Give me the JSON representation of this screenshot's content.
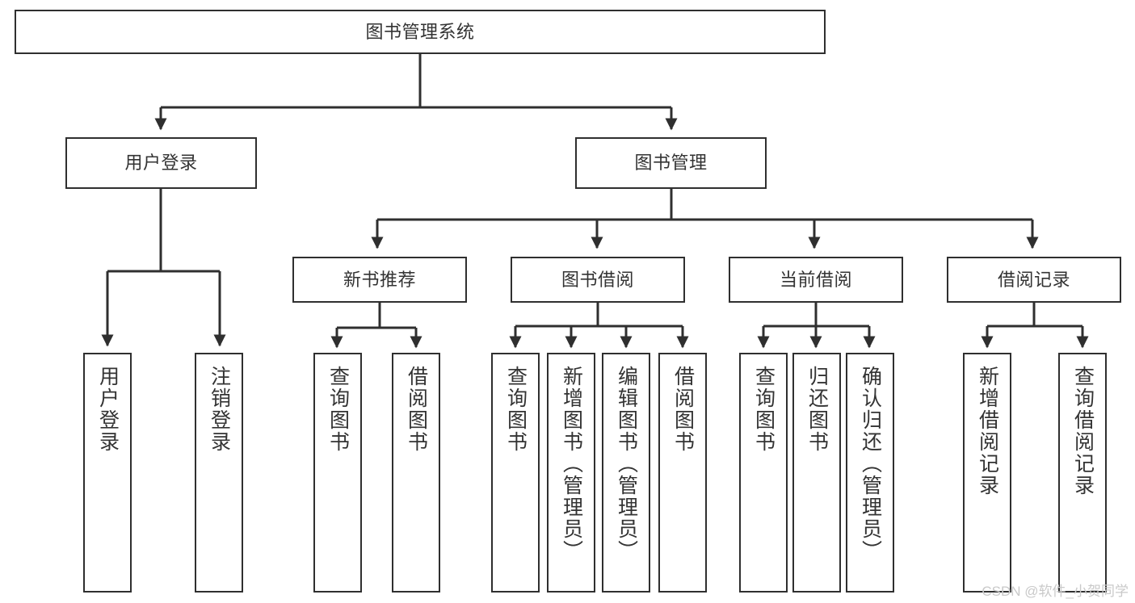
{
  "diagram": {
    "type": "tree",
    "title": "图书管理系统",
    "watermark": "CSDN @软件_小贺同学",
    "colors": {
      "stroke": "#2f2f2f",
      "text": "#333333",
      "background": "#ffffff",
      "watermark": "#c9c9c9"
    },
    "nodes": {
      "root": {
        "label": "图书管理系统"
      },
      "level2": [
        {
          "id": "user-login",
          "label": "用户登录"
        },
        {
          "id": "book-manage",
          "label": "图书管理"
        }
      ],
      "level3": [
        {
          "id": "new-book-recommend",
          "label": "新书推荐"
        },
        {
          "id": "book-borrow",
          "label": "图书借阅"
        },
        {
          "id": "current-borrow",
          "label": "当前借阅"
        },
        {
          "id": "borrow-record",
          "label": "借阅记录"
        }
      ],
      "leaves": {
        "user_login": [
          {
            "id": "leaf-user-login",
            "label": "用户登录"
          },
          {
            "id": "leaf-logout",
            "label": "注销登录"
          }
        ],
        "new_book_recommend": [
          {
            "id": "leaf-query-book-1",
            "label": "查询图书"
          },
          {
            "id": "leaf-borrow-book-1",
            "label": "借阅图书"
          }
        ],
        "book_borrow": [
          {
            "id": "leaf-query-book-2",
            "label": "查询图书"
          },
          {
            "id": "leaf-add-book",
            "label": "新增图书（管理员）"
          },
          {
            "id": "leaf-edit-book",
            "label": "编辑图书（管理员）"
          },
          {
            "id": "leaf-borrow-book-2",
            "label": "借阅图书"
          }
        ],
        "current_borrow": [
          {
            "id": "leaf-query-book-3",
            "label": "查询图书"
          },
          {
            "id": "leaf-return-book",
            "label": "归还图书"
          },
          {
            "id": "leaf-confirm-return",
            "label": "确认归还（管理员）"
          }
        ],
        "borrow_record": [
          {
            "id": "leaf-add-record",
            "label": "新增借阅记录"
          },
          {
            "id": "leaf-query-record",
            "label": "查询借阅记录"
          }
        ]
      }
    }
  }
}
